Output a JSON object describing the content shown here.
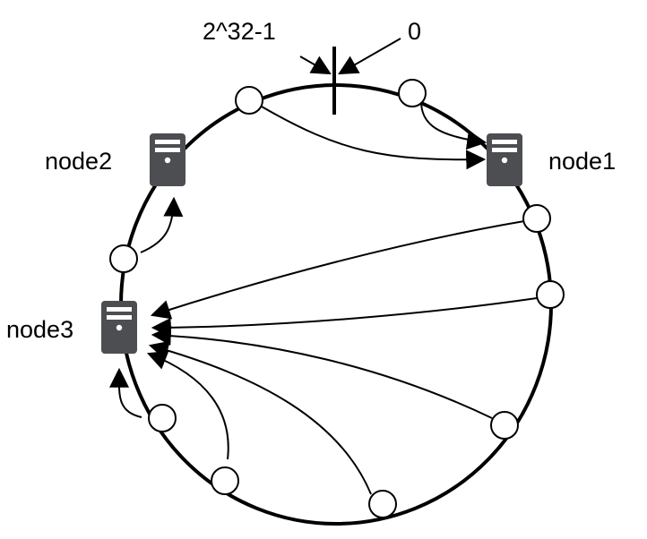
{
  "title": "Consistent hashing ring",
  "ring_labels": {
    "max": "2^32-1",
    "zero": "0"
  },
  "nodes": [
    {
      "id": "node1",
      "label": "node1"
    },
    {
      "id": "node2",
      "label": "node2"
    },
    {
      "id": "node3",
      "label": "node3"
    }
  ],
  "keys": [
    {
      "id": "k1",
      "maps_to": "node1"
    },
    {
      "id": "k2",
      "maps_to": "node1"
    },
    {
      "id": "k3",
      "maps_to": "node3"
    },
    {
      "id": "k4",
      "maps_to": "node3"
    },
    {
      "id": "k5",
      "maps_to": "node3"
    },
    {
      "id": "k6",
      "maps_to": "node3"
    },
    {
      "id": "k7",
      "maps_to": "node3"
    },
    {
      "id": "k8",
      "maps_to": "node3"
    },
    {
      "id": "k9",
      "maps_to": "node2"
    }
  ],
  "colors": {
    "server": "#4d4e51",
    "line": "#000000",
    "key_fill": "#ffffff"
  }
}
